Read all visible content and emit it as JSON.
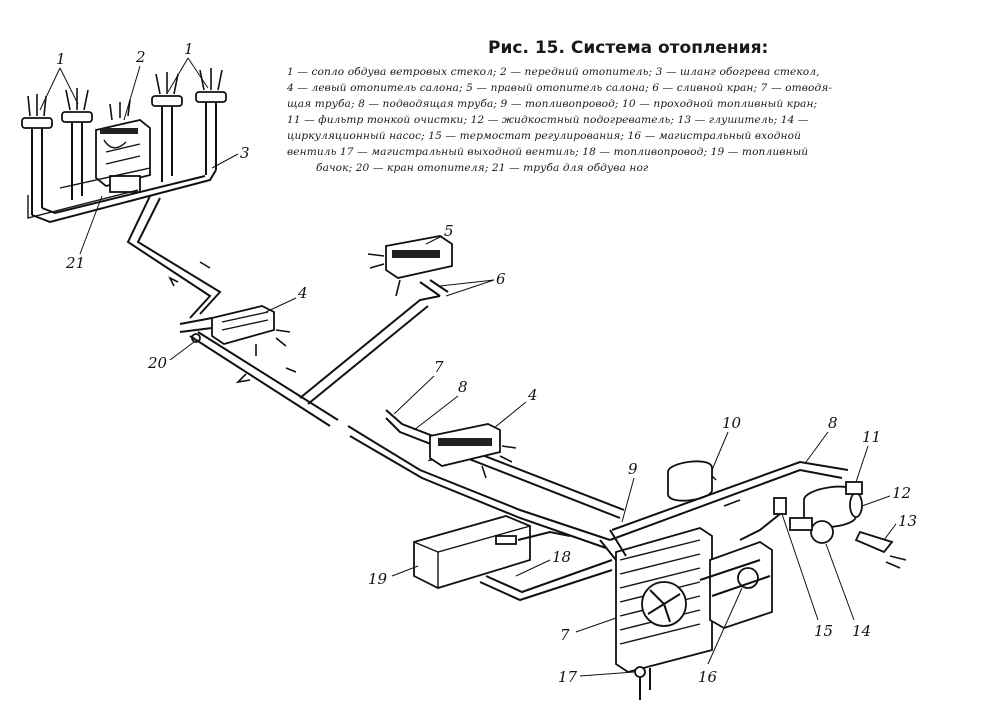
{
  "caption": {
    "title": "Рис. 15. Система отопления:",
    "lines": [
      "1 — сопло обдува ветровых стекол; 2 — передний отопитель; 3 — шланг обогрева стекол,",
      "4 — левый отопитель салона; 5 — правый отопитель салона; 6 — сливной кран; 7 — отводя-",
      "щая труба; 8 — подводящая труба; 9 — топливопровод; 10 — проходной топливный кран;",
      "11 — фильтр тонкой очистки; 12 — жидкостный подогреватель; 13 — глушитель; 14 —",
      "циркуляционный насос; 15 — термостат регулирования; 16 — магистральный входной",
      "вентиль 17 — магистральный выходной вентиль; 18 — топливопровод; 19 — топливный",
      "бачок; 20 — кран отопителя; 21 — труба для обдува ног"
    ]
  },
  "labels": {
    "n1a": "1",
    "n1b": "1",
    "n2": "2",
    "n3": "3",
    "n21": "21",
    "n5": "5",
    "n6": "6",
    "n4a": "4",
    "n20": "20",
    "n7a": "7",
    "n8a": "8",
    "n4b": "4",
    "n10": "10",
    "n8b": "8",
    "n11": "11",
    "n9": "9",
    "n12": "12",
    "n13": "13",
    "n18": "18",
    "n19": "19",
    "n7b": "7",
    "n15": "15",
    "n14": "14",
    "n16": "16",
    "n17": "17"
  }
}
